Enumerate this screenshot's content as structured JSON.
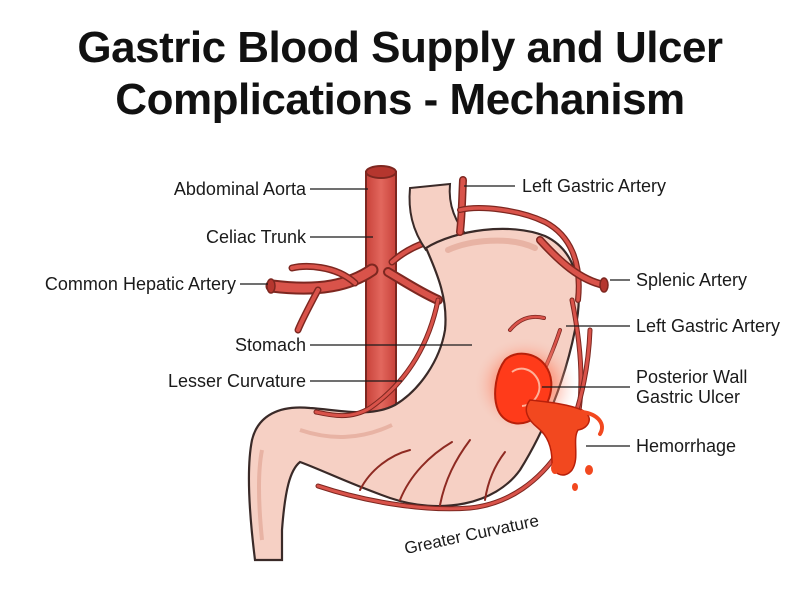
{
  "title": {
    "line1": "Gastric Blood Supply and Ulcer",
    "line2": "Complications - Mechanism"
  },
  "labels": {
    "abdominal_aorta": "Abdominal Aorta",
    "celiac_trunk": "Celiac Trunk",
    "common_hepatic_artery": "Common Hepatic Artery",
    "stomach": "Stomach",
    "lesser_curvature": "Lesser Curvature",
    "left_gastric_artery_top": "Left Gastric Artery",
    "splenic_artery": "Splenic Artery",
    "left_gastric_artery_mid": "Left Gastric Artery",
    "ulcer_line1": "Posterior Wall",
    "ulcer_line2": "Gastric Ulcer",
    "hemorrhage": "Hemorrhage",
    "greater_curvature": "Greater Curvature"
  },
  "colors": {
    "artery": "#d9534a",
    "artery_dark": "#8e2a22",
    "stomach": "#f6d0c4",
    "stomach_outline": "#3a2a28",
    "ulcer": "#ff3b1a",
    "blood": "#f2481f"
  }
}
